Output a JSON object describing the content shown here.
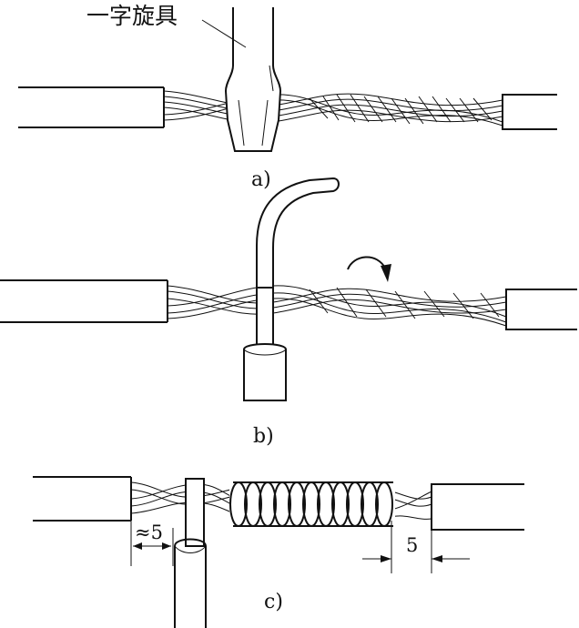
{
  "tool_label": "一字旋具",
  "panels": [
    {
      "label": "a)"
    },
    {
      "label": "b)"
    },
    {
      "label": "c)"
    }
  ],
  "dimensions": {
    "left_gap": "≈5",
    "right_gap": "5"
  }
}
